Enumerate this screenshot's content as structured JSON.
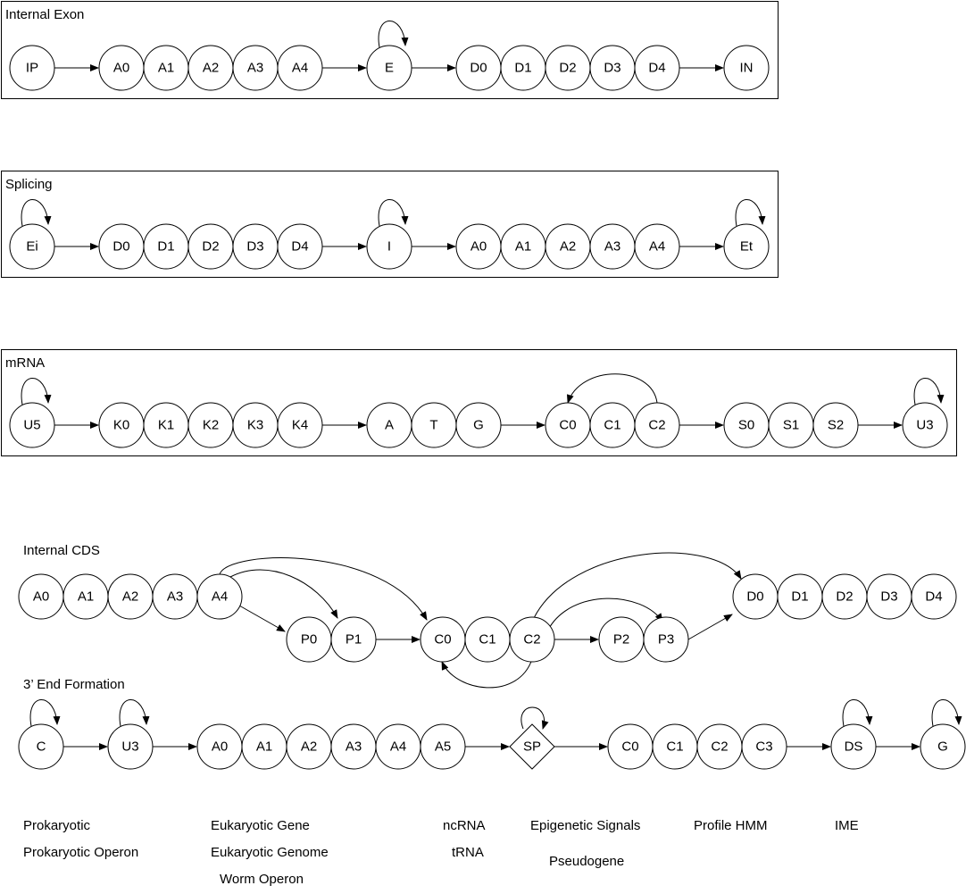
{
  "panels": [
    {
      "title": "Internal Exon",
      "nodes": [
        "IP",
        "A0",
        "A1",
        "A2",
        "A3",
        "A4",
        "E",
        "D0",
        "D1",
        "D2",
        "D3",
        "D4",
        "IN"
      ]
    },
    {
      "title": "Splicing",
      "nodes": [
        "Ei",
        "D0",
        "D1",
        "D2",
        "D3",
        "D4",
        "I",
        "A0",
        "A1",
        "A2",
        "A3",
        "A4",
        "Et"
      ]
    },
    {
      "title": "mRNA",
      "nodes": [
        "U5",
        "K0",
        "K1",
        "K2",
        "K3",
        "K4",
        "A",
        "T",
        "G",
        "C0",
        "C1",
        "C2",
        "S0",
        "S1",
        "S2",
        "U3"
      ]
    },
    {
      "title": "Internal CDS",
      "nodes": [
        "A0",
        "A1",
        "A2",
        "A3",
        "A4",
        "P0",
        "P1",
        "C0",
        "C1",
        "C2",
        "P2",
        "P3",
        "D0",
        "D1",
        "D2",
        "D3",
        "D4"
      ]
    },
    {
      "title": "3’ End Formation",
      "nodes": [
        "C",
        "U3",
        "A0",
        "A1",
        "A2",
        "A3",
        "A4",
        "A5",
        "SP",
        "C0",
        "C1",
        "C2",
        "C3",
        "DS",
        "G"
      ]
    }
  ],
  "links": {
    "prokaryotic": "Prokaryotic",
    "prokaryotic_operon": "Prokaryotic Operon",
    "eukaryotic_gene": "Eukaryotic Gene",
    "eukaryotic_genome": "Eukaryotic Genome",
    "worm_operon": "Worm Operon",
    "ncrna": "ncRNA",
    "trna": "tRNA",
    "epigenetic_signals": "Epigenetic Signals",
    "pseudogene": "Pseudogene",
    "profile_hmm": "Profile HMM",
    "ime": "IME"
  }
}
